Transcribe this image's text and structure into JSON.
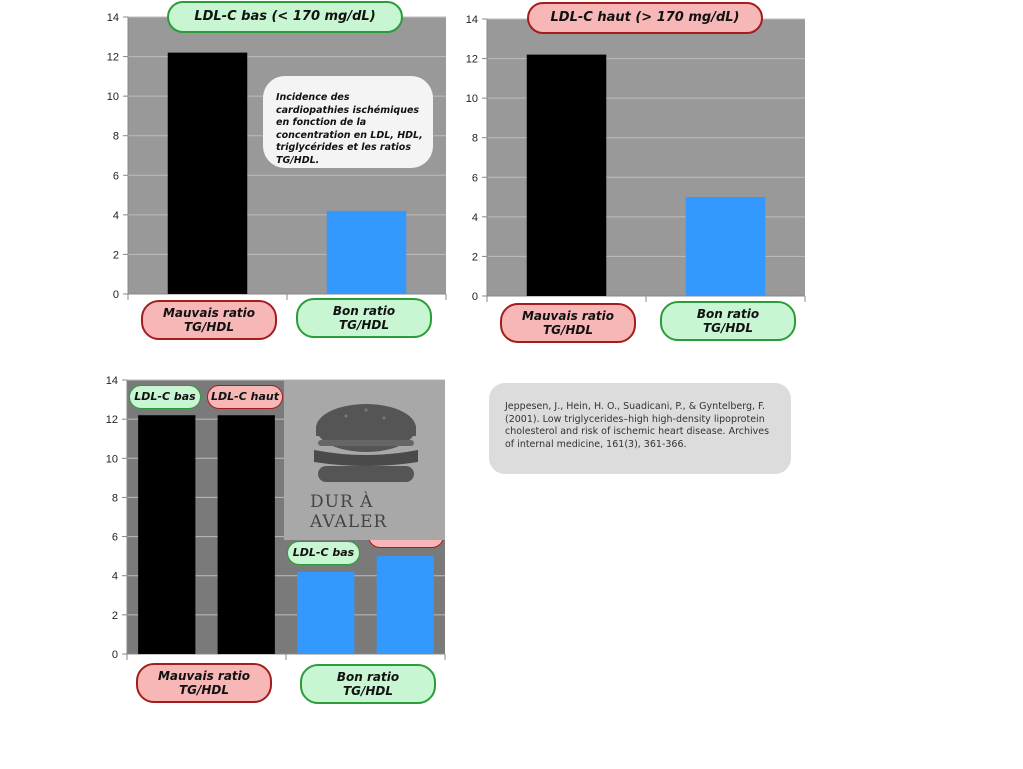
{
  "chart_data": [
    {
      "type": "bar",
      "title": "LDL-C bas (< 170 mg/dL)",
      "categories": [
        "Mauvais ratio\nTG/HDL",
        "Bon ratio\nTG/HDL"
      ],
      "values": [
        12.2,
        4.2
      ],
      "colors": [
        "#000000",
        "#3399ff"
      ],
      "ylim": [
        0,
        14
      ],
      "yticks": [
        0,
        2,
        4,
        6,
        8,
        10,
        12,
        14
      ],
      "grid": true
    },
    {
      "type": "bar",
      "title": "LDL-C haut (> 170 mg/dL)",
      "categories": [
        "Mauvais ratio\nTG/HDL",
        "Bon ratio\nTG/HDL"
      ],
      "values": [
        12.2,
        5.0
      ],
      "colors": [
        "#000000",
        "#3399ff"
      ],
      "ylim": [
        0,
        14
      ],
      "yticks": [
        0,
        2,
        4,
        6,
        8,
        10,
        12,
        14
      ],
      "grid": true
    },
    {
      "type": "bar",
      "categories": [
        "Mauvais ratio\nTG/HDL",
        "Bon ratio\nTG/HDL"
      ],
      "series": [
        {
          "name": "LDL-C bas",
          "values": [
            12.2,
            4.2
          ],
          "colors": [
            "#000000",
            "#3399ff"
          ]
        },
        {
          "name": "LDL-C haut",
          "values": [
            12.2,
            5.0
          ],
          "colors": [
            "#000000",
            "#3399ff"
          ]
        }
      ],
      "ylim": [
        0,
        14
      ],
      "yticks": [
        0,
        2,
        4,
        6,
        8,
        10,
        12,
        14
      ],
      "grid": true
    }
  ],
  "annotation": "Incidence des cardiopathies ischémiques en fonction de la concentration en LDL, HDL, triglycérides et les ratios TG/HDL.",
  "reference": "Jeppesen, J., Hein, H. O., Suadicani, P., & Gyntelberg, F. (2001). Low triglycerides–high high-density lipoprotein cholesterol and risk of ischemic heart disease. Archives of internal medicine, 161(3), 361-366.",
  "watermark": "Dur à avaler",
  "colors": {
    "bad": "#000000",
    "good": "#3399ff",
    "plot_bg": "#999999",
    "green_pill": "#c8f5d2",
    "red_pill": "#f7b7b7"
  }
}
